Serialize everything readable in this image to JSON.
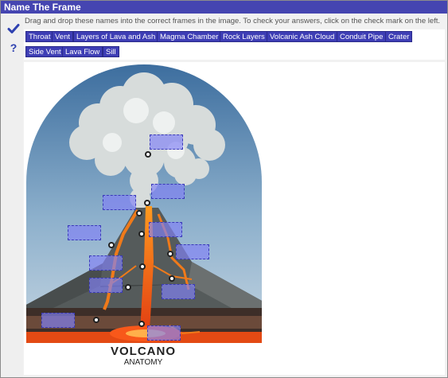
{
  "window": {
    "title": "Name The Frame"
  },
  "toolbar": {
    "check_icon": "check-icon",
    "help_label": "?"
  },
  "instructions": "Drag and drop these names into the correct frames in the image. To check your answers, click on the check mark on the left.",
  "labels": [
    "Throat",
    "Vent",
    "Layers of Lava and Ash",
    "Magma Chamber",
    "Rock Layers",
    "Volcanic Ash Cloud",
    "Conduit Pipe",
    "Crater",
    "Side Vent",
    "Lava Flow",
    "Sill"
  ],
  "image": {
    "title": "VOLCANO",
    "subtitle": "ANATOMY"
  },
  "colors": {
    "accent": "#4545b1",
    "chip": "#3e3eb5",
    "drop_zone": "#8282f5"
  }
}
